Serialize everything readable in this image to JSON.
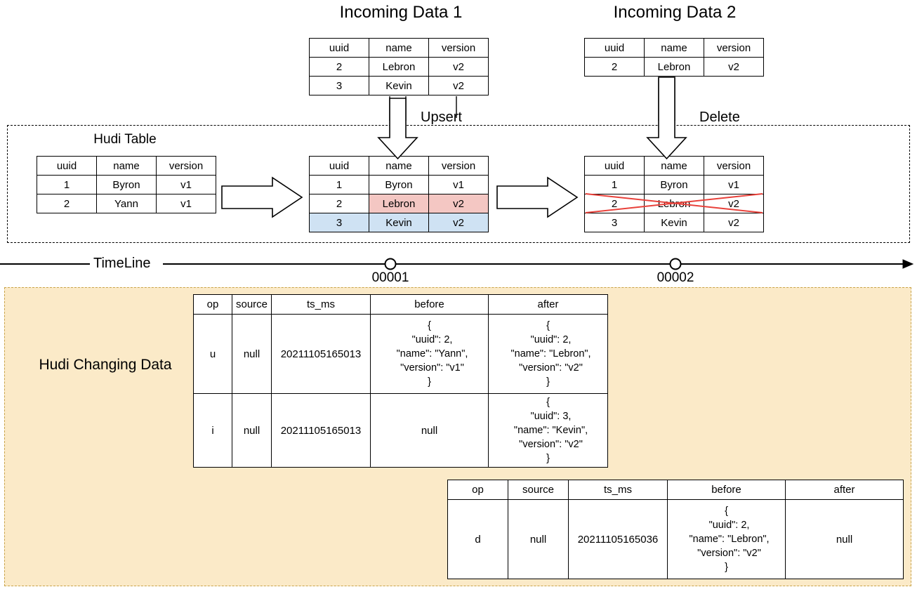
{
  "headings": {
    "incoming1": "Incoming Data 1",
    "incoming2": "Incoming Data 2",
    "hudi_table": "Hudi Table",
    "changing_data": "Hudi Changing Data",
    "timeline": "TimeLine"
  },
  "operations": {
    "upsert": "Upsert",
    "delete": "Delete"
  },
  "timeline": {
    "markers": [
      {
        "label": "00001"
      },
      {
        "label": "00002"
      }
    ]
  },
  "record_columns": [
    "uuid",
    "name",
    "version"
  ],
  "incoming_data_1": {
    "title": "Incoming Data 1",
    "columns": [
      "uuid",
      "name",
      "version"
    ],
    "rows": [
      {
        "uuid": "2",
        "name": "Lebron",
        "version": "v2"
      },
      {
        "uuid": "3",
        "name": "Kevin",
        "version": "v2"
      }
    ]
  },
  "incoming_data_2": {
    "title": "Incoming Data 2",
    "columns": [
      "uuid",
      "name",
      "version"
    ],
    "rows": [
      {
        "uuid": "2",
        "name": "Lebron",
        "version": "v2"
      }
    ]
  },
  "hudi_table_initial": {
    "title": "Hudi Table",
    "columns": [
      "uuid",
      "name",
      "version"
    ],
    "rows": [
      {
        "uuid": "1",
        "name": "Byron",
        "version": "v1"
      },
      {
        "uuid": "2",
        "name": "Yann",
        "version": "v1"
      }
    ]
  },
  "hudi_table_after_upsert": {
    "columns": [
      "uuid",
      "name",
      "version"
    ],
    "rows": [
      {
        "uuid": "1",
        "name": "Byron",
        "version": "v1",
        "highlight": "none"
      },
      {
        "uuid": "2",
        "name": "Lebron",
        "version": "v2",
        "highlight": "pink"
      },
      {
        "uuid": "3",
        "name": "Kevin",
        "version": "v2",
        "highlight": "blue"
      }
    ]
  },
  "hudi_table_after_delete": {
    "columns": [
      "uuid",
      "name",
      "version"
    ],
    "rows": [
      {
        "uuid": "1",
        "name": "Byron",
        "version": "v1",
        "struck": false
      },
      {
        "uuid": "2",
        "name": "Lebron",
        "version": "v2",
        "struck": true
      },
      {
        "uuid": "3",
        "name": "Kevin",
        "version": "v2",
        "struck": false
      }
    ]
  },
  "cdc_table_1": {
    "columns": [
      "op",
      "source",
      "ts_ms",
      "before",
      "after"
    ],
    "rows": [
      {
        "op": "u",
        "source": "null",
        "ts_ms": "20211105165013",
        "before": "{\n  \"uuid\": 2,\n  \"name\": \"Yann\",\n  \"version\": \"v1\"\n}",
        "after": "{\n  \"uuid\": 2,\n  \"name\": \"Lebron\",\n  \"version\": \"v2\"\n}"
      },
      {
        "op": "i",
        "source": "null",
        "ts_ms": "20211105165013",
        "before": "null",
        "after": "{\n  \"uuid\": 3,\n  \"name\": \"Kevin\",\n  \"version\": \"v2\"\n}"
      }
    ]
  },
  "cdc_table_2": {
    "columns": [
      "op",
      "source",
      "ts_ms",
      "before",
      "after"
    ],
    "rows": [
      {
        "op": "d",
        "source": "null",
        "ts_ms": "20211105165036",
        "before": "{\n  \"uuid\": 2,\n  \"name\": \"Lebron\",\n  \"version\": \"v2\"\n}",
        "after": "null"
      }
    ]
  },
  "colors": {
    "pink_highlight": "#f4c7c3",
    "blue_highlight": "#cfe2f3",
    "cream_panel": "#fbeac8",
    "cream_border": "#c9a44a",
    "strike_red": "#e8413a"
  }
}
